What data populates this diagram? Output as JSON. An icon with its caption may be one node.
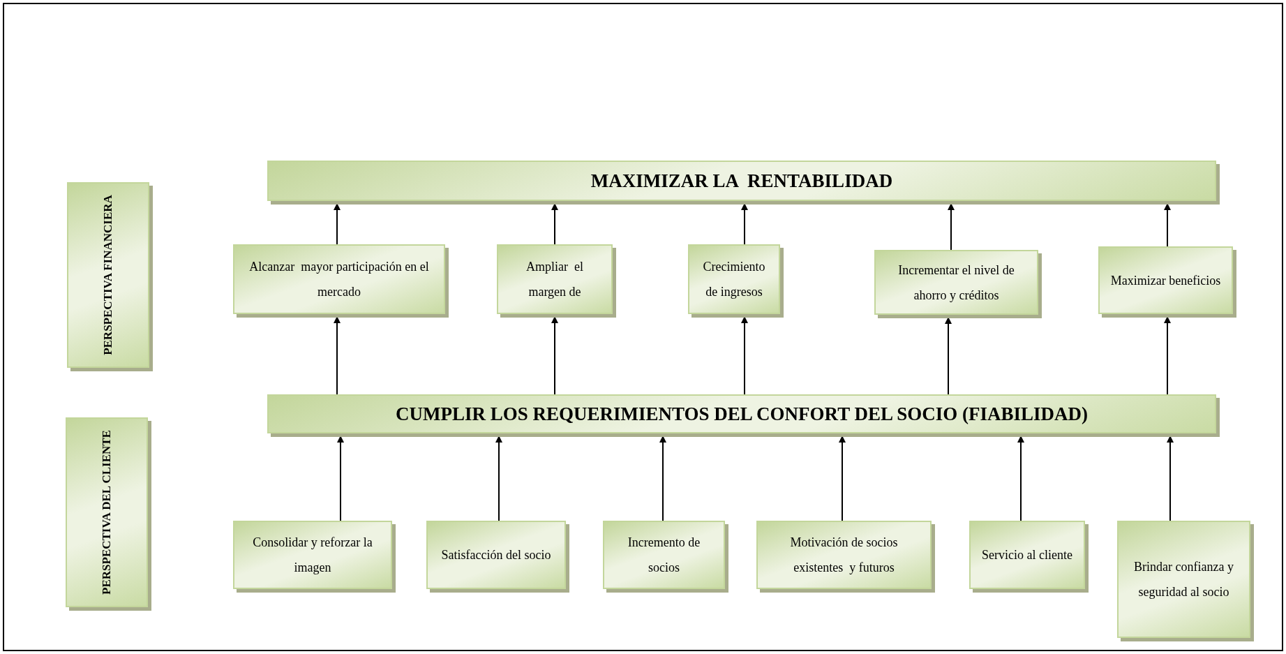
{
  "diagram": {
    "nodes": [
      {
        "text": [
          "PERSPECTIVA FINANCIERA"
        ]
      },
      {
        "text": [
          "MAXIMIZAR LA  RENTABILIDAD"
        ]
      },
      {
        "text": [
          "Alcanzar  mayor participación en el mercado"
        ]
      },
      {
        "text": [
          "Ampliar  el margen de"
        ]
      },
      {
        "text": [
          "Crecimiento de ingresos"
        ]
      },
      {
        "text": [
          "Incrementar el nivel de ahorro y créditos"
        ]
      },
      {
        "text": [
          "Maximizar beneficios"
        ]
      },
      {
        "text": [
          "PERSPECTIVA DEL CLIENTE"
        ]
      },
      {
        "text": [
          "CUMPLIR LOS REQUERIMIENTOS DEL CONFORT DEL SOCIO (FIABILIDAD)"
        ]
      },
      {
        "text": [
          "Consolidar y reforzar la imagen"
        ]
      },
      {
        "text": [
          "Satisfacción del socio"
        ]
      },
      {
        "text": [
          "Incremento de socios"
        ]
      },
      {
        "text": [
          "Motivación de socios existentes  y futuros"
        ]
      },
      {
        "text": [
          "Servicio al cliente"
        ]
      },
      {
        "text": [
          "Brindar confianza y seguridad al socio"
        ]
      }
    ],
    "edges": [
      {
        "from": 2,
        "to": 1,
        "arrow": "to"
      },
      {
        "from": 3,
        "to": 1,
        "arrow": "to"
      },
      {
        "from": 4,
        "to": 1,
        "arrow": "to"
      },
      {
        "from": 5,
        "to": 1,
        "arrow": "to"
      },
      {
        "from": 6,
        "to": 1,
        "arrow": "to"
      },
      {
        "from": 8,
        "to": 2,
        "arrow": "to"
      },
      {
        "from": 8,
        "to": 3,
        "arrow": "to"
      },
      {
        "from": 8,
        "to": 4,
        "arrow": "to"
      },
      {
        "from": 8,
        "to": 5,
        "arrow": "to"
      },
      {
        "from": 8,
        "to": 6,
        "arrow": "to"
      },
      {
        "from": 9,
        "to": 8,
        "arrow": "to"
      },
      {
        "from": 10,
        "to": 8,
        "arrow": "to"
      },
      {
        "from": 11,
        "to": 8,
        "arrow": "to"
      },
      {
        "from": 12,
        "to": 8,
        "arrow": "to"
      },
      {
        "from": 13,
        "to": 8,
        "arrow": "to"
      },
      {
        "from": 14,
        "to": 8,
        "arrow": "to"
      }
    ]
  }
}
